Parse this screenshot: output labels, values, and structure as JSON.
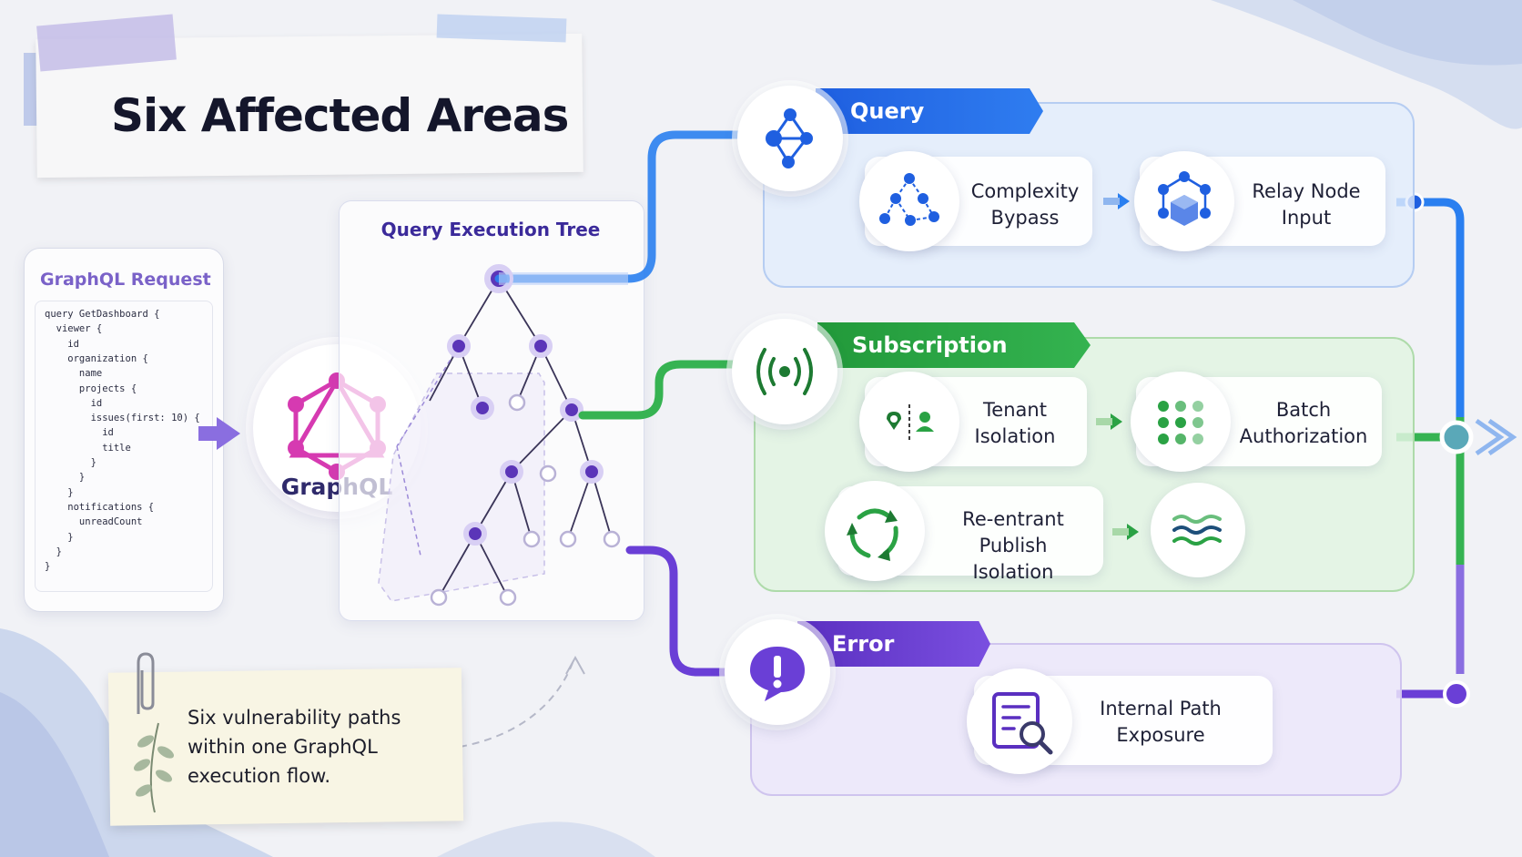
{
  "title": "Six Affected Areas",
  "request": {
    "title": "GraphQL Request",
    "code": [
      "query GetDashboard {",
      "  viewer {",
      "    id",
      "    organization {",
      "      name",
      "      projects {",
      "        id",
      "        issues(first: 10) {",
      "          id",
      "          title",
      "        }",
      "      }",
      "    }",
      "    notifications {",
      "      unreadCount",
      "    }",
      "  }",
      "}"
    ]
  },
  "logo": {
    "label": "GraphQL",
    "color": "#d63ab1"
  },
  "tree": {
    "title": "Query Execution Tree"
  },
  "sections": {
    "query": {
      "title": "Query Processing",
      "color": "#2a6fe8",
      "cards": [
        "Complexity\nBypass",
        "Relay Node\nInput"
      ]
    },
    "subscription": {
      "title": "Subscription Boundaries",
      "color": "#2aa244",
      "cards": [
        "Tenant\nIsolation",
        "Batch\nAuthorization",
        "Re-entrant Publish\nIsolation"
      ]
    },
    "error": {
      "title": "Error Handling",
      "color": "#6a3fd6",
      "cards": [
        "Internal Path\nExposure"
      ]
    }
  },
  "note": {
    "text": "Six vulnerability paths within one GraphQL execution flow."
  },
  "icons": [
    "graph-icon",
    "broadcast-icon",
    "alert-bubble-icon",
    "network-icon",
    "cube-network-icon",
    "tenant-icon",
    "dot-grid-icon",
    "refresh-cycle-icon",
    "wave-icon",
    "document-search-icon",
    "paperclip-icon",
    "leaf-icon"
  ]
}
